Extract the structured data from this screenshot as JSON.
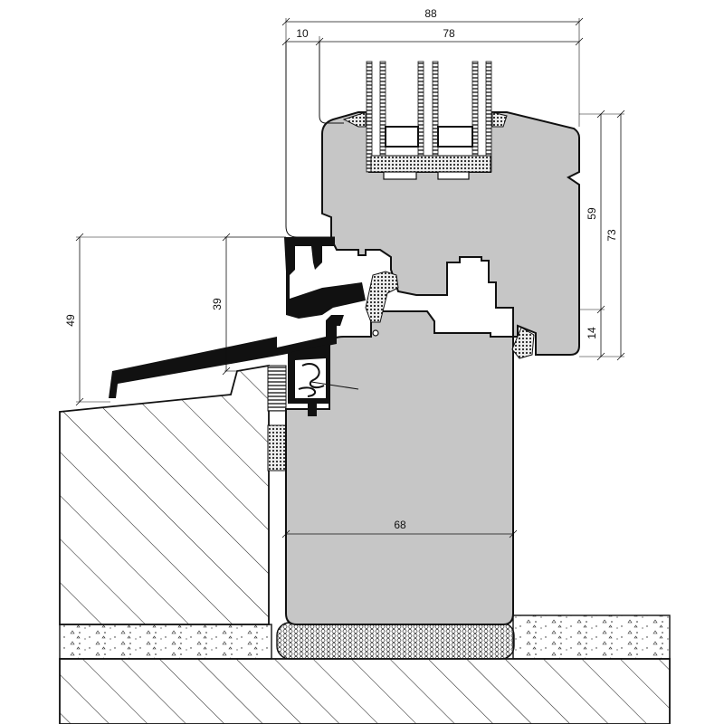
{
  "dimensions": {
    "overall_width": "88",
    "offset": "10",
    "sash_width": "78",
    "glazing_height": "59",
    "sash_height": "73",
    "lower_part": "14",
    "sill_height": "49",
    "drip_height": "39",
    "frame_width": "68"
  },
  "colors": {
    "timber": "#c6c6c6",
    "profile": "#111111",
    "hatch": "#222222",
    "background": "#ffffff"
  }
}
